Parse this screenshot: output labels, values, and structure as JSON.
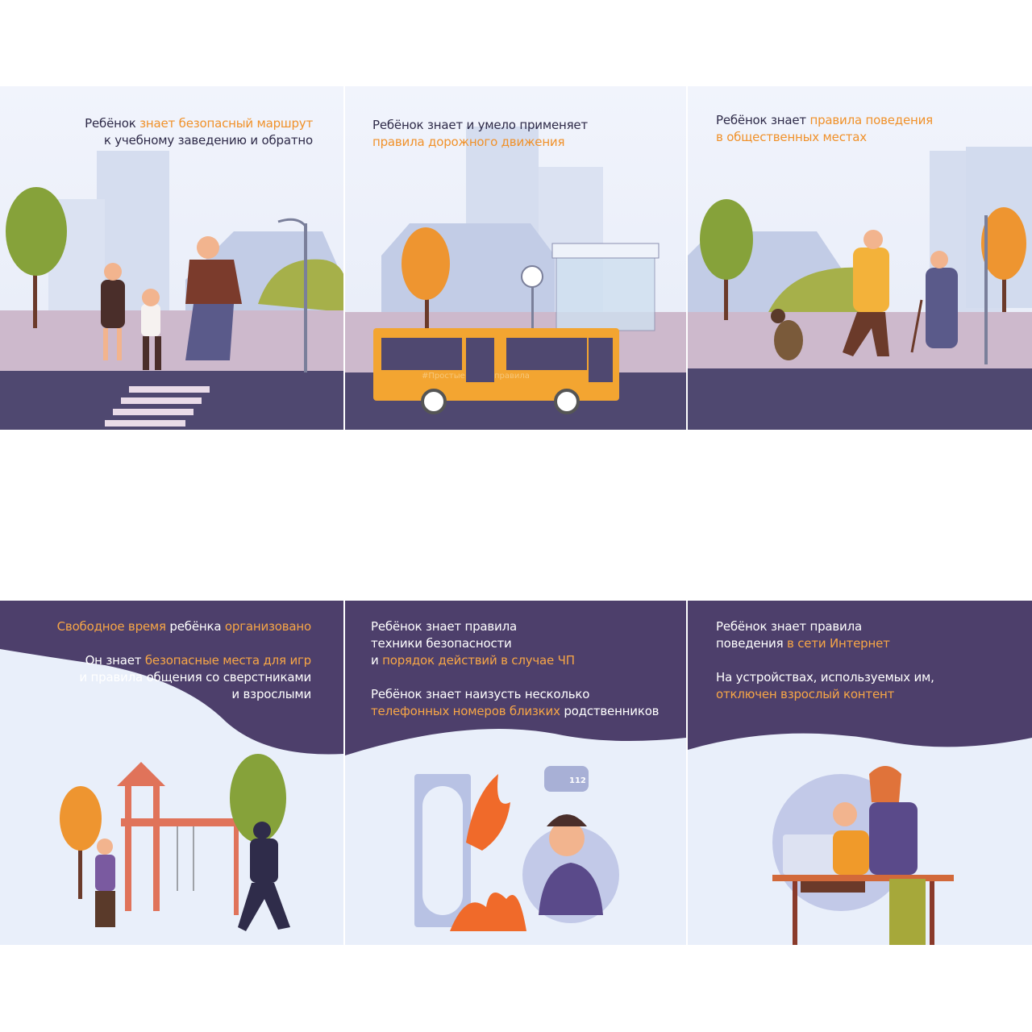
{
  "panels_top": [
    {
      "line1_a": "Ребёнок ",
      "line1_b": "знает безопасный маршрут",
      "line2": "к учебному заведению и обратно"
    },
    {
      "line1": "Ребёнок знает и умело применяет",
      "line2": "правила дорожного движения",
      "bus_tag_1": "#Простые",
      "bus_tag_2": "правила"
    },
    {
      "line1_a": "Ребёнок знает ",
      "line1_b": "правила поведения",
      "line2": "в общественных местах"
    }
  ],
  "panels_bottom": [
    {
      "l1_a": "Свободное время",
      "l1_b": " ребёнка ",
      "l1_c": "организовано",
      "l2_a": "Он знает ",
      "l2_b": "безопасные места для игр",
      "l3": "и правила общения со сверстниками",
      "l4": "и взрослыми"
    },
    {
      "l1": "Ребёнок знает правила",
      "l2": "техники безопасности",
      "l3_a": "и ",
      "l3_b": "порядок действий в случае ЧП",
      "l4": "Ребёнок знает наизусть несколько",
      "l5_a": "телефонных номеров близких",
      "l5_b": " родственников",
      "phone_number": "112"
    },
    {
      "l1": "Ребёнок знает правила",
      "l2_a": "поведения ",
      "l2_b": "в сети Интернет",
      "l3": "На устройствах, используемых им,",
      "l4": "отключен взрослый контент"
    }
  ],
  "colors": {
    "accent": "#f0912a",
    "purple": "#4d3f6b",
    "road": "#4f4870",
    "sidewalk": "#cdb9cc",
    "sky": "#e9effa"
  }
}
